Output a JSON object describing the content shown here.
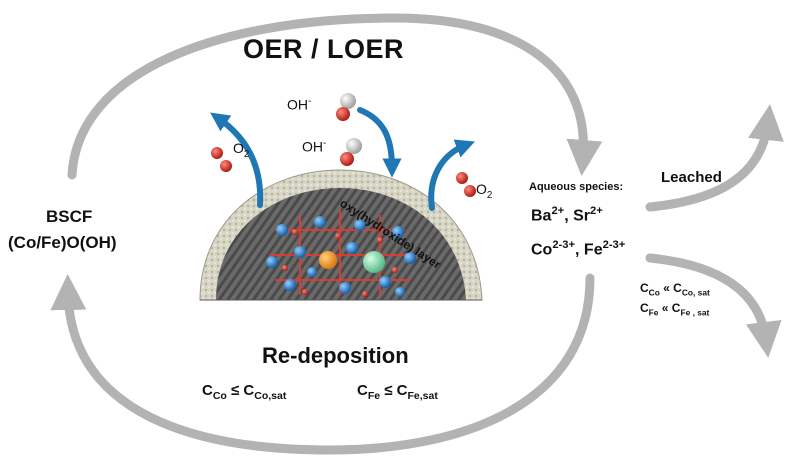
{
  "title": "OER / LOER",
  "left": {
    "line1": "BSCF",
    "line2": "(Co/Fe)O(OH)"
  },
  "aqueous": {
    "heading": "Aqueous species:",
    "ions1_a": "Ba",
    "ions1_a_sup": "2+",
    "ions1_b": ", Sr",
    "ions1_b_sup": "2+",
    "ions2_a": "Co",
    "ions2_a_sup": "2-3+",
    "ions2_b": ", Fe",
    "ions2_b_sup": "2-3+"
  },
  "leached": "Leached",
  "inequalities": {
    "co_c": "C",
    "co_sub": "Co",
    "co_rel": " « C",
    "co_sat_sub": "Co, sat",
    "fe_c": "C",
    "fe_sub": "Fe",
    "fe_rel": " « C",
    "fe_sat_sub": "Fe , sat"
  },
  "redeposition": {
    "title": "Re-deposition",
    "co_c": "C",
    "co_sub": "Co",
    "co_rel": " ≤ C",
    "co_sat_sub": "Co,sat",
    "fe_c": "C",
    "fe_sub": "Fe",
    "fe_rel": " ≤  C",
    "fe_sat_sub": "Fe,sat"
  },
  "species": {
    "oh": "OH",
    "oh_sup": "-",
    "o2": "O",
    "o2_sub": "2"
  },
  "layer_label": "oxy(hydroxide) layer",
  "colors": {
    "cycle_arrow": "#b3b3b3",
    "blue_arrow": "#1f78b4",
    "oxygen": "#c0262c",
    "hydrogen": "#f2f2f2"
  }
}
